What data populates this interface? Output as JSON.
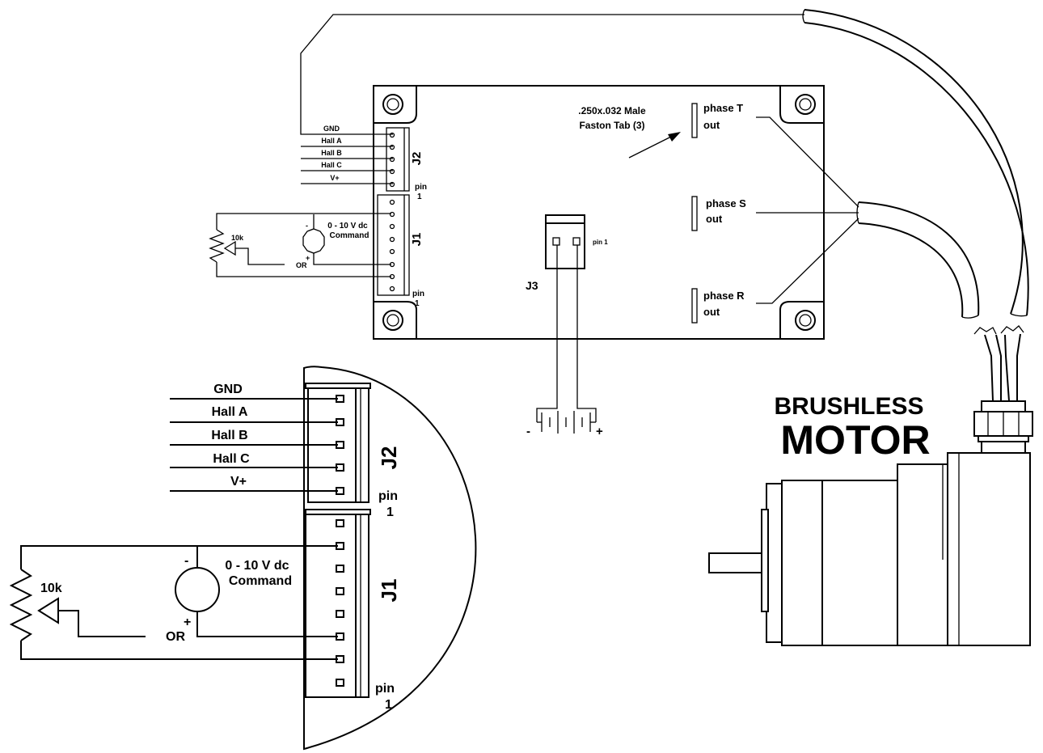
{
  "board": {
    "faston_label_1": ".250x.032 Male",
    "faston_label_2": "Faston Tab (3)",
    "phase_t_1": "phase T",
    "phase_t_2": "out",
    "phase_s_1": "phase S",
    "phase_s_2": "out",
    "phase_r_1": "phase R",
    "phase_r_2": "out",
    "j3_label": "J3",
    "j3_pin1": "pin 1",
    "battery_minus": "-",
    "battery_plus": "+"
  },
  "small": {
    "j2_label": "J2",
    "j1_label": "J1",
    "pin": "pin",
    "pin_num": "1",
    "wires": [
      "GND",
      "Hall A",
      "Hall B",
      "Hall C",
      "V+"
    ],
    "pot": "10k",
    "cmd_1": "0 - 10 V dc",
    "cmd_2": "Command",
    "or": "OR",
    "minus": "-",
    "plus": "+"
  },
  "large": {
    "j2_label": "J2",
    "j1_label": "J1",
    "pin": "pin",
    "pin_num": "1",
    "wires": [
      "GND",
      "Hall A",
      "Hall B",
      "Hall C",
      "V+"
    ],
    "pot": "10k",
    "cmd_1": "0 - 10 V dc",
    "cmd_2": "Command",
    "or": "OR",
    "minus": "-",
    "plus": "+"
  },
  "motor": {
    "title_1": "BRUSHLESS",
    "title_2": "MOTOR"
  }
}
